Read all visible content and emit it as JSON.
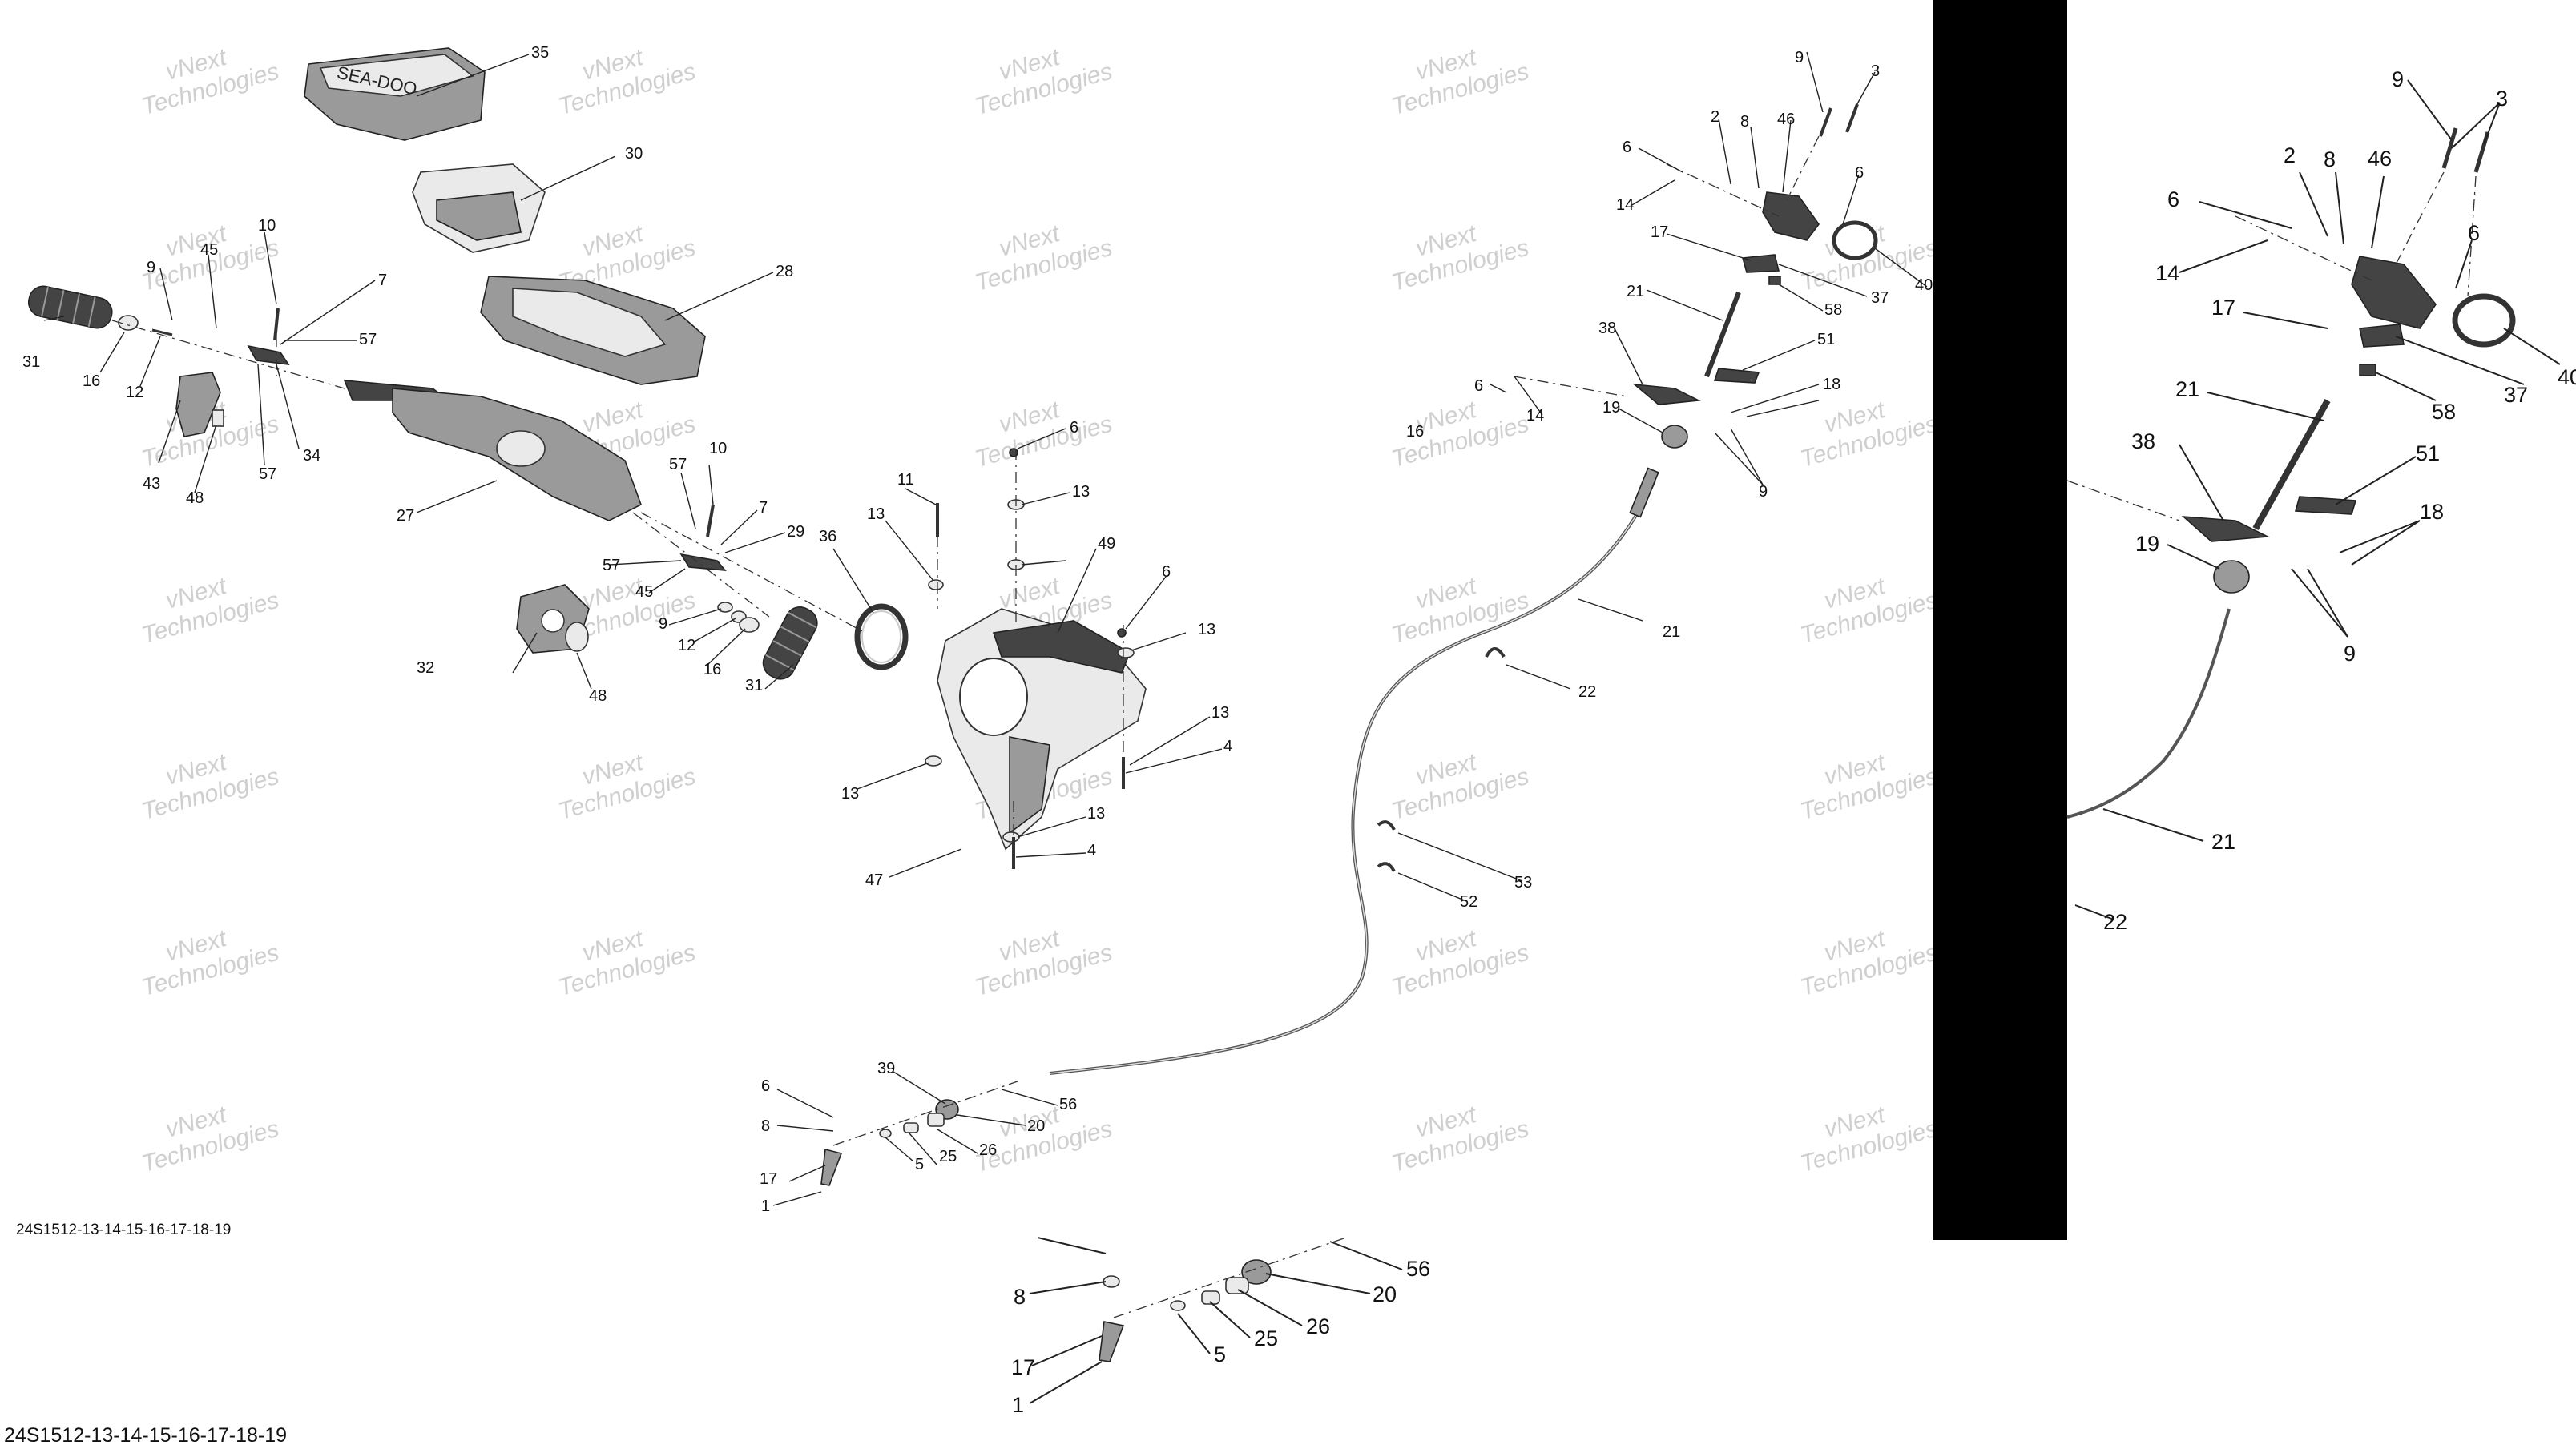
{
  "watermark": {
    "line1": "vNext",
    "line2": "Technologies"
  },
  "drawing_code": "24S1512-13-14-15-16-17-18-19",
  "brand_badge": "SEA-DOO",
  "callouts": {
    "c35": "35",
    "c30": "30",
    "c28": "28",
    "c10a": "10",
    "c9a": "9",
    "c45a": "45",
    "c7a": "7",
    "c57a": "57",
    "c31a": "31",
    "c16a": "16",
    "c12a": "12",
    "c43": "43",
    "c48a": "48",
    "c57b": "57",
    "c34": "34",
    "c27": "27",
    "c10b": "10",
    "c57c": "57",
    "c7b": "7",
    "c29": "29",
    "c57d": "57",
    "c45b": "45",
    "c9b": "9",
    "c12b": "12",
    "c16b": "16",
    "c31b": "31",
    "c32": "32",
    "c48b": "48",
    "c11": "11",
    "c13a": "13",
    "c36": "36",
    "c6a": "6",
    "c13b": "13",
    "c49": "49",
    "c6b": "6",
    "c13c": "13",
    "c13d": "13",
    "c4a": "4",
    "c13e": "13",
    "c13f": "13",
    "c4b": "4",
    "c47": "47",
    "c9c": "9",
    "c3a": "3",
    "c2a": "2",
    "c8a": "8",
    "c46a": "46",
    "c6c": "6",
    "c14a": "14",
    "c6d": "6",
    "c17a": "17",
    "c37a": "37",
    "c40a": "40",
    "c58a": "58",
    "c21a": "21",
    "c38a": "38",
    "c51a": "51",
    "c6e": "6",
    "c14b": "14",
    "c19a": "19",
    "c18a": "18",
    "c16c": "16",
    "c9d": "9",
    "c21b": "21",
    "c22a": "22",
    "c53": "53",
    "c52": "52",
    "c39": "39",
    "c6f": "6",
    "c8b": "8",
    "c17b": "17",
    "c1a": "1",
    "c5a": "5",
    "c25a": "25",
    "c26a": "26",
    "c20a": "20",
    "c56a": "56",
    "c8c": "8",
    "c17c": "17",
    "c1b": "1",
    "c5b": "5",
    "c25b": "25",
    "c26b": "26",
    "c20b": "20",
    "c56b": "56",
    "c9e": "9",
    "c3b": "3",
    "c2b": "2",
    "c8d": "8",
    "c46b": "46",
    "c6g": "6",
    "c14c": "14",
    "c6h": "6",
    "c17d": "17",
    "c37b": "37",
    "c40b": "40",
    "c58b": "58",
    "c21c": "21",
    "c38b": "38",
    "c51b": "51",
    "c19b": "19",
    "c18b": "18",
    "c9f": "9",
    "c21d": "21",
    "c22b": "22"
  }
}
